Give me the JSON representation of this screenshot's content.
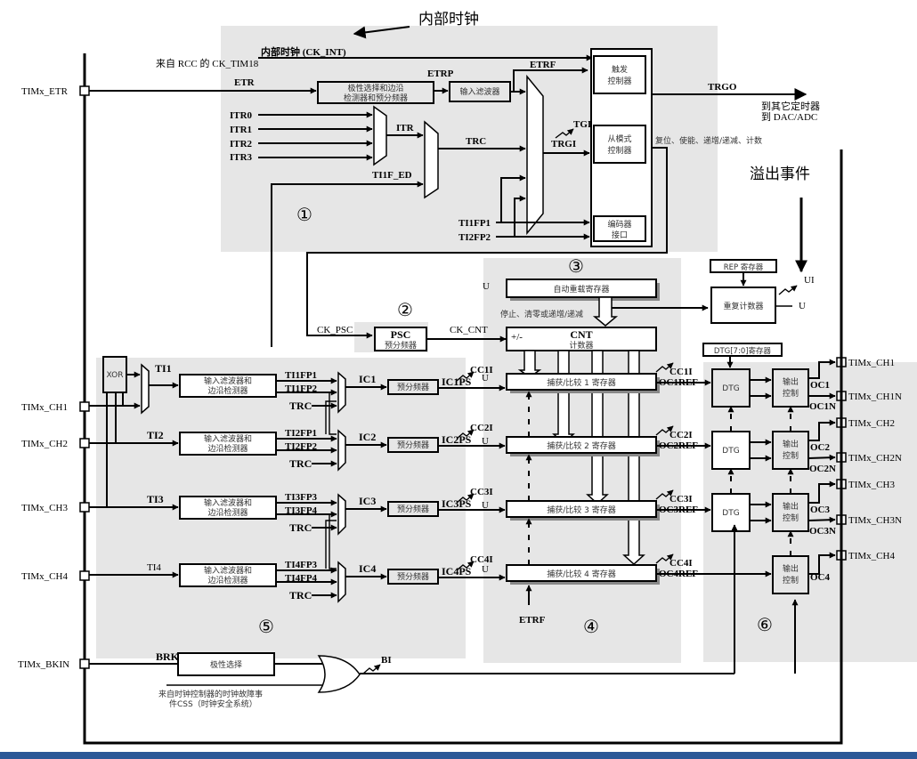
{
  "annotations": {
    "internal_clock": "内部时钟",
    "overflow_event": "溢出事件",
    "region_markers": [
      "①",
      "②",
      "③",
      "④",
      "⑤",
      "⑥"
    ]
  },
  "signals": {
    "ck_int": "内部时钟 (CK_INT)",
    "ck_tim_source": "来自 RCC 的 CK_TIM18",
    "etr": "ETR",
    "etrp": "ETRP",
    "etrf": "ETRF",
    "itr": [
      "ITR0",
      "ITR1",
      "ITR2",
      "ITR3"
    ],
    "itr_out": "ITR",
    "trc": "TRC",
    "tgi": "TGI",
    "trgi": "TRGI",
    "ti1f_ed": "TI1F_ED",
    "ti1fp1": "TI1FP1",
    "ti2fp2": "TI2FP2",
    "trgo": "TRGO",
    "trgo_dest_1": "到其它定时器",
    "trgo_dest_2": "到 DAC/ADC",
    "slave_actions": "复位、使能、递增/递减、计数",
    "ck_psc": "CK_PSC",
    "ck_cnt": "CK_CNT",
    "update": "U",
    "ui": "UI",
    "stop_clear": "停止、清零或递增/递减",
    "plus_minus": "+/-",
    "brk": "BRK",
    "bi": "BI",
    "css_1": "来自时钟控制器的时钟故障事",
    "css_2": "件CSS（时钟安全系统）",
    "etrf_bottom": "ETRF"
  },
  "blocks": {
    "polarity_edge_presc_1": "极性选择和边沿",
    "polarity_edge_presc_2": "检测器和预分频器",
    "input_filter": "输入滤波器",
    "trigger_ctrl_1": "触发",
    "trigger_ctrl_2": "控制器",
    "slave_ctrl_1": "从模式",
    "slave_ctrl_2": "控制器",
    "encoder_1": "编码器",
    "encoder_2": "接口",
    "psc_title": "PSC",
    "psc_sub": "预分频器",
    "auto_reload": "自动重载寄存器",
    "cnt_title": "CNT",
    "cnt_sub": "计数器",
    "rep_reg": "REP 寄存器",
    "rep_counter": "重复计数器",
    "dtg_reg": "DTG[7:0]寄存器",
    "dtg": "DTG",
    "out_ctrl_1": "输出",
    "out_ctrl_2": "控制",
    "xor": "XOR",
    "in_filter_1": "输入滤波器和",
    "in_filter_2": "边沿检测器",
    "prescaler": "预分频器",
    "polarity_sel": "极性选择"
  },
  "pins": {
    "etr": "TIMx_ETR",
    "ch1": "TIMx_CH1",
    "ch2": "TIMx_CH2",
    "ch3": "TIMx_CH3",
    "ch4": "TIMx_CH4",
    "bkin": "TIMx_BKIN",
    "out": [
      "TIMx_CH1",
      "TIMx_CH1N",
      "TIMx_CH2",
      "TIMx_CH2N",
      "TIMx_CH3",
      "TIMx_CH3N",
      "TIMx_CH4"
    ]
  },
  "channels": [
    {
      "ti": "TI1",
      "fpa": "TI1FP1",
      "fpb": "TI1FP2",
      "ic": "IC1",
      "icps": "IC1PS",
      "cci": "CC1I",
      "ccr": "捕获/比较 1 寄存器",
      "ocref": "OC1REF",
      "oc": "OC1",
      "ocn": "OC1N"
    },
    {
      "ti": "TI2",
      "fpa": "TI2FP1",
      "fpb": "TI2FP2",
      "ic": "IC2",
      "icps": "IC2PS",
      "cci": "CC2I",
      "ccr": "捕获/比较 2 寄存器",
      "ocref": "OC2REF",
      "oc": "OC2",
      "ocn": "OC2N"
    },
    {
      "ti": "TI3",
      "fpa": "TI3FP3",
      "fpb": "TI3FP4",
      "ic": "IC3",
      "icps": "IC3PS",
      "cci": "CC3I",
      "ccr": "捕获/比较 3 寄存器",
      "ocref": "OC3REF",
      "oc": "OC3",
      "ocn": "OC3N"
    },
    {
      "ti": "TI4",
      "fpa": "TI4FP3",
      "fpb": "TI4FP4",
      "ic": "IC4",
      "icps": "IC4PS",
      "cci": "CC4I",
      "ccr": "捕获/比较 4 寄存器",
      "ocref": "OC4REF",
      "oc": "OC4",
      "ocn": ""
    }
  ]
}
